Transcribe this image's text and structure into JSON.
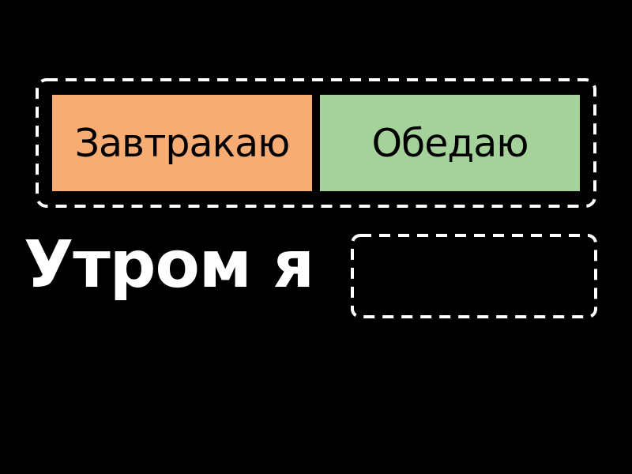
{
  "options": [
    {
      "label": "Завтракаю",
      "color": "#f7ac73"
    },
    {
      "label": "Обедаю",
      "color": "#a5d19a"
    }
  ],
  "sentence": {
    "prompt": "Утром я",
    "answer": ""
  },
  "colors": {
    "background": "#000000",
    "border": "#ffffff"
  }
}
